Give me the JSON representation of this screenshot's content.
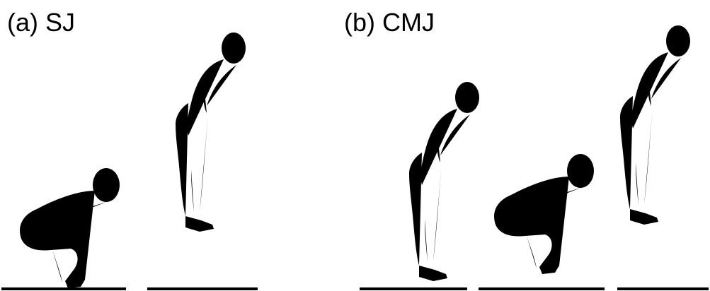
{
  "panels": [
    {
      "label": "(a) SJ",
      "phases": [
        "squat-start",
        "flight"
      ]
    },
    {
      "label": "(b) CMJ",
      "phases": [
        "standing",
        "countermovement",
        "flight"
      ]
    }
  ],
  "colors": {
    "background": "#ffffff",
    "ink": "#000000"
  }
}
